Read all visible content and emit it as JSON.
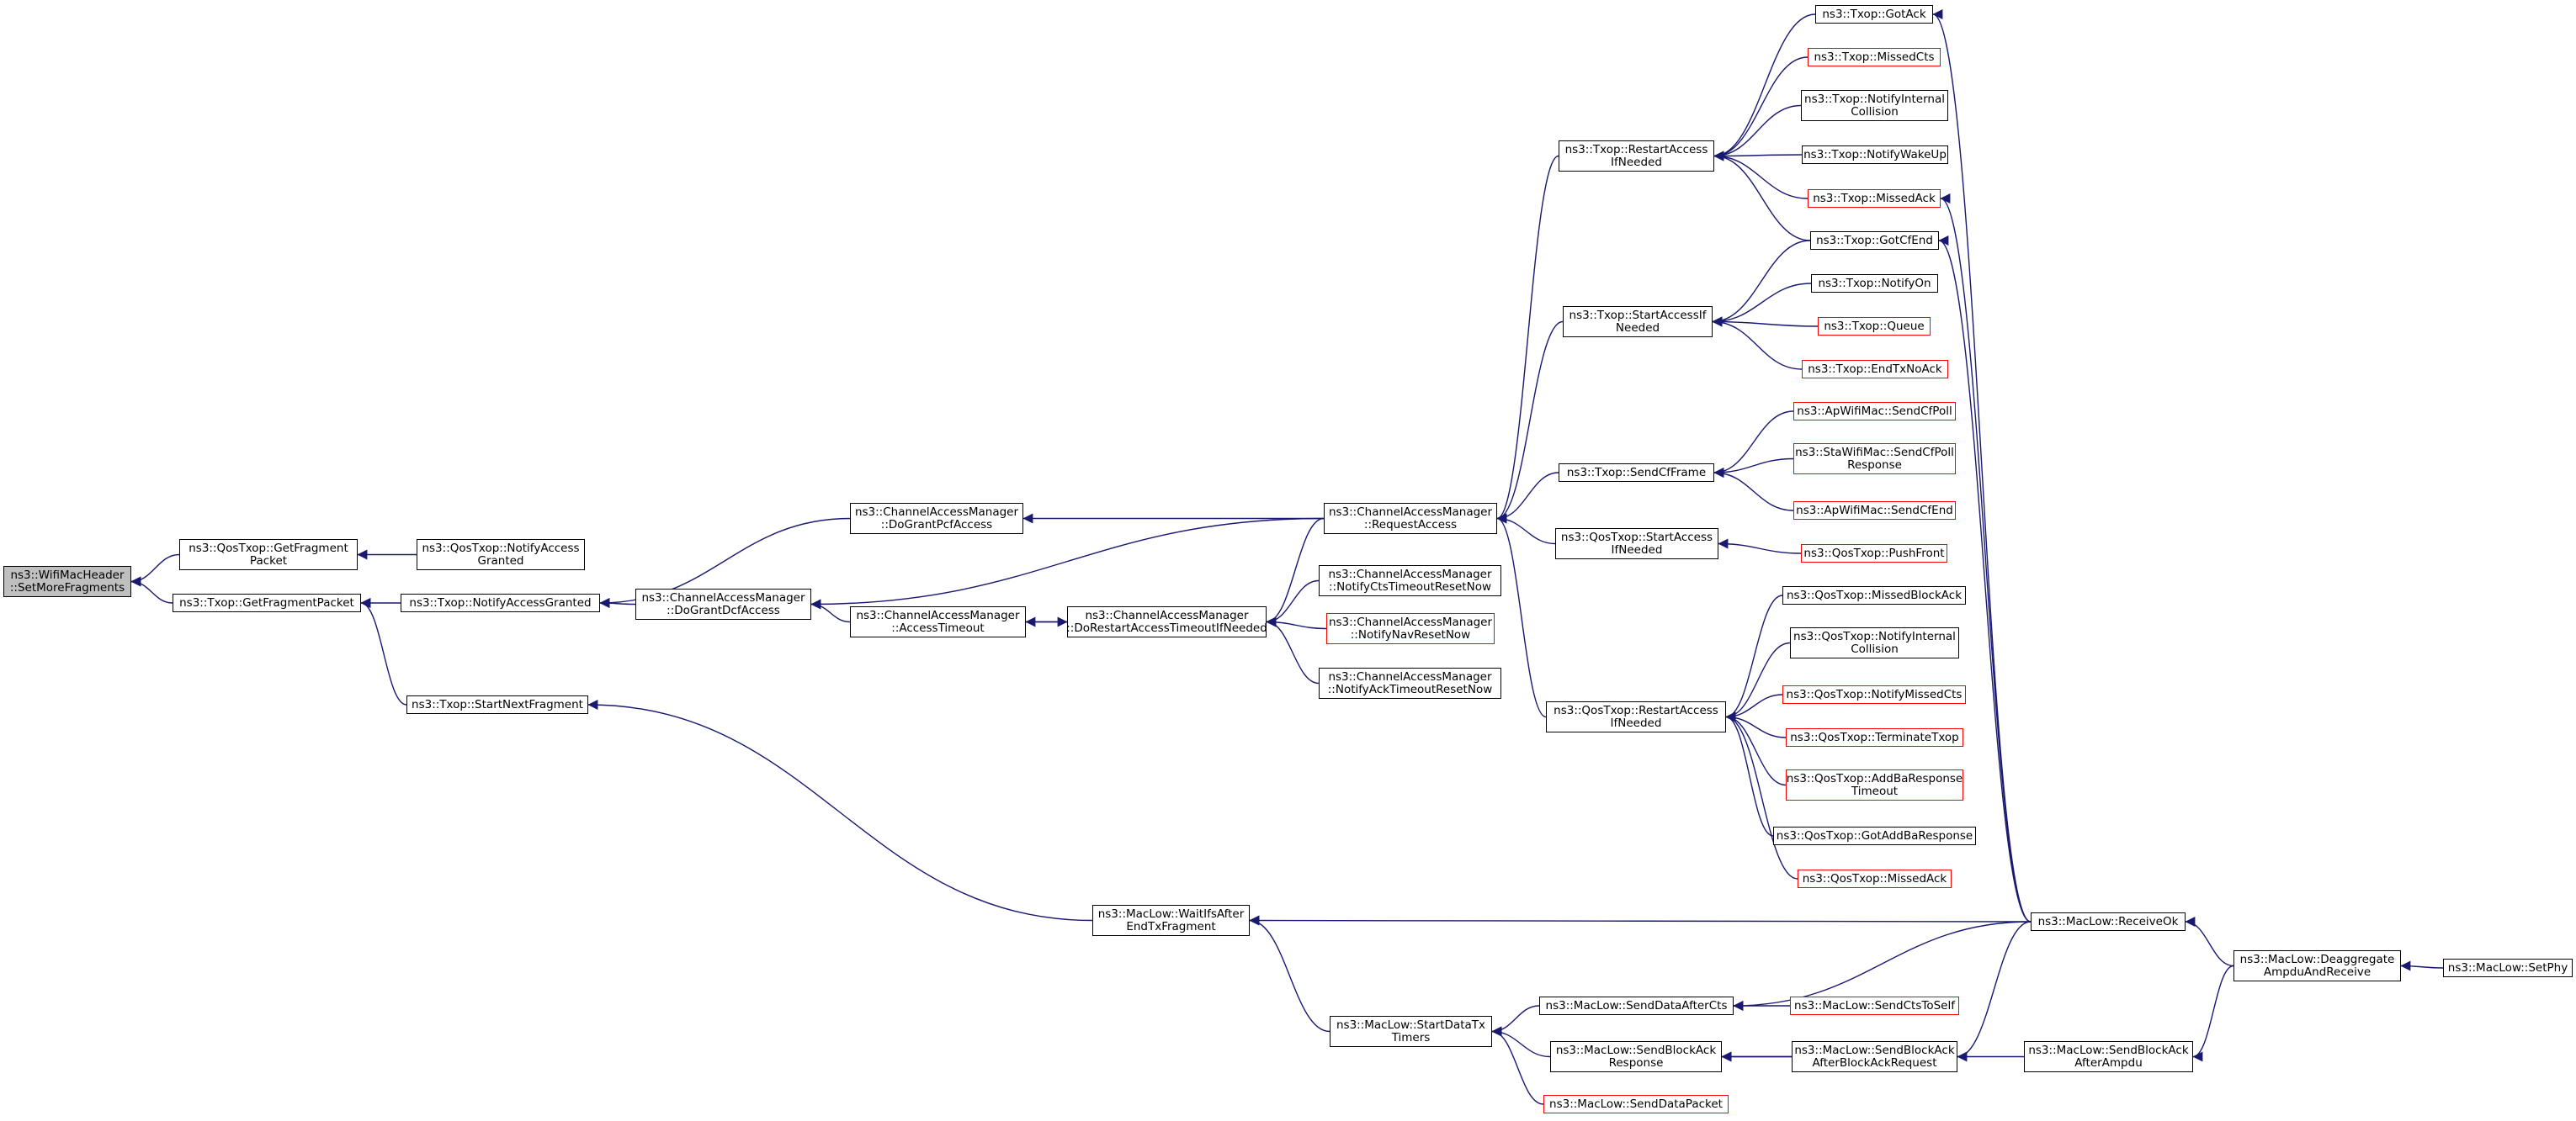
{
  "diagram": {
    "edge_color": "#191970",
    "nodes": {
      "setmorefragments": {
        "lines": [
          "ns3::WifiMacHeader",
          "::SetMoreFragments"
        ],
        "border": "#000000",
        "fill": "#bfbfbf"
      },
      "getfragmentpacket_qos": {
        "lines": [
          "ns3::QosTxop::GetFragment",
          "Packet"
        ],
        "border": "#000000"
      },
      "getfragmentpacket_txop": {
        "lines": [
          "ns3::Txop::GetFragmentPacket"
        ],
        "border": "#000000"
      },
      "notifyaccessgranted_qos": {
        "lines": [
          "ns3::QosTxop::NotifyAccess",
          "Granted"
        ],
        "border": "#000000"
      },
      "notifyaccessgranted_txop": {
        "lines": [
          "ns3::Txop::NotifyAccessGranted"
        ],
        "border": "#000000"
      },
      "startnextfragment": {
        "lines": [
          "ns3::Txop::StartNextFragment"
        ],
        "border": "#000000"
      },
      "dograntpcfaccess": {
        "lines": [
          "ns3::ChannelAccessManager",
          "::DoGrantPcfAccess"
        ],
        "border": "#000000"
      },
      "dograntdcfaccess": {
        "lines": [
          "ns3::ChannelAccessManager",
          "::DoGrantDcfAccess"
        ],
        "border": "#000000"
      },
      "accesstimeout": {
        "lines": [
          "ns3::ChannelAccessManager",
          "::AccessTimeout"
        ],
        "border": "#000000"
      },
      "dorestartaccess": {
        "lines": [
          "ns3::ChannelAccessManager",
          "::DoRestartAccessTimeoutIfNeeded"
        ],
        "border": "#000000"
      },
      "requestaccess": {
        "lines": [
          "ns3::ChannelAccessManager",
          "::RequestAccess"
        ],
        "border": "#000000"
      },
      "notifyctstimeout": {
        "lines": [
          "ns3::ChannelAccessManager",
          "::NotifyCtsTimeoutResetNow"
        ],
        "border": "#000000"
      },
      "notifynavreset": {
        "lines": [
          "ns3::ChannelAccessManager",
          "::NotifyNavResetNow"
        ],
        "border": "#ff0000"
      },
      "notifyacktimeout": {
        "lines": [
          "ns3::ChannelAccessManager",
          "::NotifyAckTimeoutResetNow"
        ],
        "border": "#000000"
      },
      "txop_restartaccess": {
        "lines": [
          "ns3::Txop::RestartAccess",
          "IfNeeded"
        ],
        "border": "#000000"
      },
      "txop_startaccess": {
        "lines": [
          "ns3::Txop::StartAccessIf",
          "Needed"
        ],
        "border": "#000000"
      },
      "txop_sendcfframe": {
        "lines": [
          "ns3::Txop::SendCfFrame"
        ],
        "border": "#000000"
      },
      "qos_startaccess": {
        "lines": [
          "ns3::QosTxop::StartAccess",
          "IfNeeded"
        ],
        "border": "#000000"
      },
      "qos_restartaccess": {
        "lines": [
          "ns3::QosTxop::RestartAccess",
          "IfNeeded"
        ],
        "border": "#000000"
      },
      "txop_gotack": {
        "lines": [
          "ns3::Txop::GotAck"
        ],
        "border": "#000000"
      },
      "txop_missedcts": {
        "lines": [
          "ns3::Txop::MissedCts"
        ],
        "border": "#ff0000"
      },
      "txop_notifyinternal": {
        "lines": [
          "ns3::Txop::NotifyInternal",
          "Collision"
        ],
        "border": "#000000"
      },
      "txop_notifywakeup": {
        "lines": [
          "ns3::Txop::NotifyWakeUp"
        ],
        "border": "#000000"
      },
      "txop_missedack": {
        "lines": [
          "ns3::Txop::MissedAck"
        ],
        "border": "#ff0000"
      },
      "txop_gotcfend": {
        "lines": [
          "ns3::Txop::GotCfEnd"
        ],
        "border": "#000000"
      },
      "txop_notifyon": {
        "lines": [
          "ns3::Txop::NotifyOn"
        ],
        "border": "#000000"
      },
      "txop_queue": {
        "lines": [
          "ns3::Txop::Queue"
        ],
        "border": "#ff0000"
      },
      "txop_endtxnoack": {
        "lines": [
          "ns3::Txop::EndTxNoAck"
        ],
        "border": "#ff0000"
      },
      "apwifi_sendcfpoll": {
        "lines": [
          "ns3::ApWifiMac::SendCfPoll"
        ],
        "border": "#ff0000"
      },
      "stawifi_sendcfpollresp": {
        "lines": [
          "ns3::StaWifiMac::SendCfPoll",
          "Response"
        ],
        "border": "#ff0000"
      },
      "apwifi_sendcfend": {
        "lines": [
          "ns3::ApWifiMac::SendCfEnd"
        ],
        "border": "#ff0000"
      },
      "qos_pushfront": {
        "lines": [
          "ns3::QosTxop::PushFront"
        ],
        "border": "#ff0000"
      },
      "qos_missedblockack": {
        "lines": [
          "ns3::QosTxop::MissedBlockAck"
        ],
        "border": "#000000"
      },
      "qos_notifyinternal": {
        "lines": [
          "ns3::QosTxop::NotifyInternal",
          "Collision"
        ],
        "border": "#000000"
      },
      "qos_notifymissedcts": {
        "lines": [
          "ns3::QosTxop::NotifyMissedCts"
        ],
        "border": "#ff0000"
      },
      "qos_terminatetxop": {
        "lines": [
          "ns3::QosTxop::TerminateTxop"
        ],
        "border": "#ff0000"
      },
      "qos_addbaresponsetimeout": {
        "lines": [
          "ns3::QosTxop::AddBaResponse",
          "Timeout"
        ],
        "border": "#ff0000"
      },
      "qos_gotaddbaresponse": {
        "lines": [
          "ns3::QosTxop::GotAddBaResponse"
        ],
        "border": "#000000"
      },
      "qos_missedack": {
        "lines": [
          "ns3::QosTxop::MissedAck"
        ],
        "border": "#ff0000"
      },
      "waitifsafter": {
        "lines": [
          "ns3::MacLow::WaitIfsAfter",
          "EndTxFragment"
        ],
        "border": "#000000"
      },
      "startdatatxtimers": {
        "lines": [
          "ns3::MacLow::StartDataTx",
          "Timers"
        ],
        "border": "#000000"
      },
      "senddataaftercts": {
        "lines": [
          "ns3::MacLow::SendDataAfterCts"
        ],
        "border": "#000000"
      },
      "sendblockackresponse": {
        "lines": [
          "ns3::MacLow::SendBlockAck",
          "Response"
        ],
        "border": "#000000"
      },
      "senddatapacket": {
        "lines": [
          "ns3::MacLow::SendDataPacket"
        ],
        "border": "#ff0000"
      },
      "sendctstoself": {
        "lines": [
          "ns3::MacLow::SendCtsToSelf"
        ],
        "border": "#ff0000"
      },
      "sendblockackafterbar": {
        "lines": [
          "ns3::MacLow::SendBlockAck",
          "AfterBlockAckRequest"
        ],
        "border": "#000000"
      },
      "sendblockackafterampdu": {
        "lines": [
          "ns3::MacLow::SendBlockAck",
          "AfterAmpdu"
        ],
        "border": "#000000"
      },
      "receiveok": {
        "lines": [
          "ns3::MacLow::ReceiveOk"
        ],
        "border": "#000000"
      },
      "deaggregate": {
        "lines": [
          "ns3::MacLow::Deaggregate",
          "AmpduAndReceive"
        ],
        "border": "#000000"
      },
      "setphy": {
        "lines": [
          "ns3::MacLow::SetPhy"
        ],
        "border": "#000000"
      }
    },
    "edges": [
      [
        "getfragmentpacket_qos",
        "setmorefragments"
      ],
      [
        "getfragmentpacket_txop",
        "setmorefragments"
      ],
      [
        "notifyaccessgranted_qos",
        "getfragmentpacket_qos"
      ],
      [
        "notifyaccessgranted_txop",
        "getfragmentpacket_txop"
      ],
      [
        "startnextfragment",
        "getfragmentpacket_txop"
      ],
      [
        "dograntpcfaccess",
        "notifyaccessgranted_txop"
      ],
      [
        "dograntdcfaccess",
        "notifyaccessgranted_txop"
      ],
      [
        "requestaccess",
        "dograntpcfaccess"
      ],
      [
        "requestaccess",
        "dograntdcfaccess"
      ],
      [
        "accesstimeout",
        "dograntdcfaccess"
      ],
      [
        "dorestartaccess",
        "accesstimeout"
      ],
      [
        "accesstimeout",
        "dorestartaccess"
      ],
      [
        "requestaccess",
        "dorestartaccess"
      ],
      [
        "notifyctstimeout",
        "dorestartaccess"
      ],
      [
        "notifynavreset",
        "dorestartaccess"
      ],
      [
        "notifyacktimeout",
        "dorestartaccess"
      ],
      [
        "txop_restartaccess",
        "requestaccess"
      ],
      [
        "txop_startaccess",
        "requestaccess"
      ],
      [
        "txop_sendcfframe",
        "requestaccess"
      ],
      [
        "qos_startaccess",
        "requestaccess"
      ],
      [
        "qos_restartaccess",
        "requestaccess"
      ],
      [
        "txop_gotack",
        "txop_restartaccess"
      ],
      [
        "txop_missedcts",
        "txop_restartaccess"
      ],
      [
        "txop_notifyinternal",
        "txop_restartaccess"
      ],
      [
        "txop_notifywakeup",
        "txop_restartaccess"
      ],
      [
        "txop_missedack",
        "txop_restartaccess"
      ],
      [
        "txop_gotcfend",
        "txop_restartaccess"
      ],
      [
        "txop_gotcfend",
        "txop_startaccess"
      ],
      [
        "txop_notifyon",
        "txop_startaccess"
      ],
      [
        "txop_queue",
        "txop_startaccess"
      ],
      [
        "txop_endtxnoack",
        "txop_startaccess"
      ],
      [
        "apwifi_sendcfpoll",
        "txop_sendcfframe"
      ],
      [
        "stawifi_sendcfpollresp",
        "txop_sendcfframe"
      ],
      [
        "apwifi_sendcfend",
        "txop_sendcfframe"
      ],
      [
        "qos_pushfront",
        "qos_startaccess"
      ],
      [
        "qos_missedblockack",
        "qos_restartaccess"
      ],
      [
        "qos_notifyinternal",
        "qos_restartaccess"
      ],
      [
        "qos_notifymissedcts",
        "qos_restartaccess"
      ],
      [
        "qos_terminatetxop",
        "qos_restartaccess"
      ],
      [
        "qos_addbaresponsetimeout",
        "qos_restartaccess"
      ],
      [
        "qos_gotaddbaresponse",
        "qos_restartaccess"
      ],
      [
        "qos_missedack",
        "qos_restartaccess"
      ],
      [
        "waitifsafter",
        "startnextfragment"
      ],
      [
        "receiveok",
        "waitifsafter"
      ],
      [
        "startdatatxtimers",
        "waitifsafter"
      ],
      [
        "senddataaftercts",
        "startdatatxtimers"
      ],
      [
        "sendblockackresponse",
        "startdatatxtimers"
      ],
      [
        "senddatapacket",
        "startdatatxtimers"
      ],
      [
        "receiveok",
        "senddataaftercts"
      ],
      [
        "sendctstoself",
        "senddataaftercts"
      ],
      [
        "sendblockackafterbar",
        "sendblockackresponse"
      ],
      [
        "sendblockackafterampdu",
        "sendblockackresponse"
      ],
      [
        "receiveok",
        "sendblockackafterbar"
      ],
      [
        "deaggregate",
        "sendblockackafterampdu"
      ],
      [
        "receiveok",
        "txop_gotack"
      ],
      [
        "receiveok",
        "txop_missedack"
      ],
      [
        "receiveok",
        "txop_gotcfend"
      ],
      [
        "deaggregate",
        "receiveok"
      ],
      [
        "setphy",
        "deaggregate"
      ]
    ]
  }
}
